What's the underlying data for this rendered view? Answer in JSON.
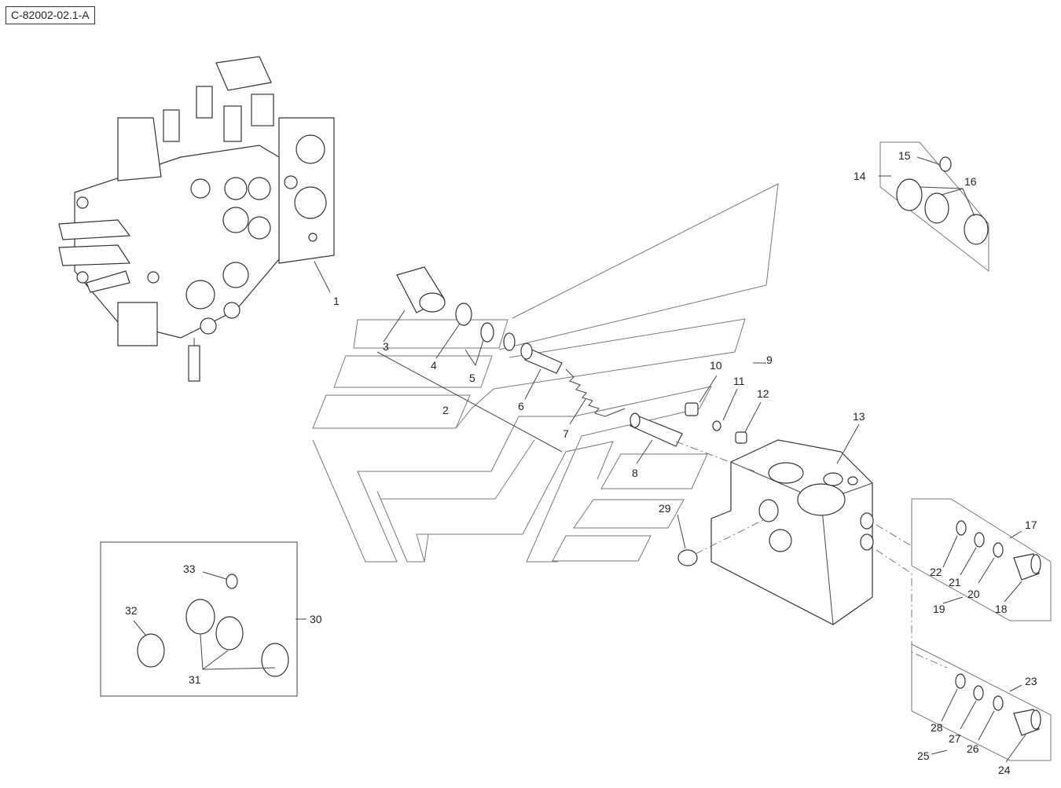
{
  "reference_code": "C-82002-02.1-A",
  "callouts": {
    "c1": "1",
    "c2": "2",
    "c3": "3",
    "c4": "4",
    "c5": "5",
    "c6": "6",
    "c7": "7",
    "c8": "8",
    "c9": "9",
    "c10": "10",
    "c11": "11",
    "c12": "12",
    "c13": "13",
    "c14": "14",
    "c15": "15",
    "c16": "16",
    "c17": "17",
    "c18": "18",
    "c19": "19",
    "c20": "20",
    "c21": "21",
    "c22": "22",
    "c23": "23",
    "c24": "24",
    "c25": "25",
    "c26": "26",
    "c27": "27",
    "c28": "28",
    "c29": "29",
    "c30": "30",
    "c31": "31",
    "c32": "32",
    "c33": "33"
  }
}
